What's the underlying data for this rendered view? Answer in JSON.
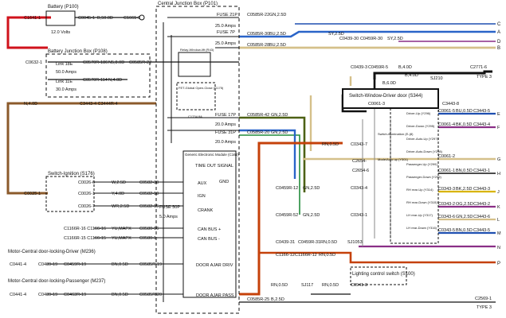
{
  "colors": {
    "red": "#d0121b",
    "blue": "#1f4fb0",
    "blue_light": "#2a64c8",
    "tan": "#d5c08a",
    "olive": "#4d6115",
    "green": "#228b3c",
    "purple": "#8a2f86",
    "orange_red": "#c5410a",
    "brown": "#8b5a2b",
    "black": "#111111",
    "gray": "#8a8a8a",
    "yellow": "#d9b400"
  },
  "battery": {
    "title": "Battery (P100)",
    "c1641_label": "C1641-1",
    "c1661_label": "C1661-1",
    "c0045_label": "C0045-1",
    "b50_label": "B,50.0D",
    "volts_label": "12.0 Volts"
  },
  "bjb": {
    "title": "Battery Junction Box (P108)",
    "c0632_label": "C0632-1",
    "link18_label": "Link 18E",
    "link18_amps": "50.0 Amps",
    "link11_label": "Link 11E",
    "link11_amps": "30.0 Amps",
    "c0570r186_label": "C0570R-186",
    "n5_label": "N5,8.0D",
    "c0585r22_label": "C0585R-22",
    "c0570r114_label": "C0570R-114",
    "n4_short": "N,4.0D",
    "n4_left": "N,4.0D",
    "c3443_label": "C3443-4 C3444R-4"
  },
  "cjb": {
    "title": "Central Junction Box (P101)",
    "fuse21_label": "FUSE 21P",
    "fuse21_amps": "25.0 Amps",
    "fuse7_label": "FUSE 7P",
    "fuse7_amps": "25.0 Amps",
    "fuse17_label": "FUSE 17P",
    "fuse17_amps": "20.0 Amps",
    "fuse31_label": "FUSE 31P",
    "fuse31_amps": "20.0 Amps",
    "fuse50_label": "FUSE 50P",
    "fuse50_amps": "5.0 Amps",
    "relay_window_label": "Relay-Window-lift (R43)",
    "fet_label": "FET-Global Open-Close (G175)",
    "gem_label": "Generic Electronic Module (C162)",
    "timeout_label": "TIME OUT SIGNAL",
    "aux_label": "AUX",
    "ign_label": "IGN",
    "gnd_label": "GND",
    "crank_label": "CRANK",
    "canp_label": "CAN BUS +",
    "cann_label": "CAN BUS -",
    "door_drv_label": "DOOR AJAR DRIV",
    "door_pass_label": "DOOR AJAR PASS",
    "small_a": "C1734 8A",
    "small_b": "C1734 8A"
  },
  "left_connectors": {
    "c0585r22_row1": "C0585R-22",
    "c0585r30": "C0585R-30",
    "c0585r28": "C0585R-28",
    "gn25_a": "GN,2.5D",
    "bu25_a": "BU,2.5D",
    "bu25_b": "BU,2.5D",
    "c0585r42": "C0585R-42",
    "gn25_b": "GN,2.5D",
    "c0585r20": "C0585R-20",
    "gn25_c": "GN,2.5D"
  },
  "ignition": {
    "title": "Switch-Ignition (S176)",
    "c0025_main": "C0025-1",
    "c0026_6": "C0026-6",
    "c0026_1": "C0026-1",
    "c0026_7": "C0026-7",
    "w25_label": "W,2.5D",
    "y40_label": "Y,4.0D",
    "wr25_label": "WR,2.5D",
    "c0582_30": "C0582-30",
    "c0582_10": "C0582-10",
    "c0582_15": "C0582-15"
  },
  "can": {
    "c1166r_16": "C1166R-16 C1166-16",
    "c1166r_15": "C1166R-15 C1166-15",
    "yu_mapx": "YU,MAPX",
    "yu_mapx_2": "YU,MAPX",
    "c0580_16": "C0580-16",
    "c0580_1": "C0580-1"
  },
  "motor_drv": {
    "title": "Motor-Central door-locking-Driver (M236)",
    "c0441_4": "C0441-4",
    "c0439_19": "C0439-19",
    "c0459r_19": "C0459R-19",
    "bn05": "BN,0.5D",
    "c0585r_19": "C0585R-19"
  },
  "motor_pass": {
    "title": "Motor-Central door-locking-Passenger (M237)",
    "c0441_4": "C0441-4",
    "c0439_19": "C0439-19",
    "c0463r_19": "C0463R-19",
    "bn05": "BN,0.5D",
    "c0585r_20": "C0585R-20"
  },
  "middle": {
    "sy25": "SY,2.5D",
    "c0439_30": "C0439-30",
    "c0459r_30": "C0459R-30",
    "sy25b": "SY,2.5D",
    "c0439_3": "C0439-3",
    "c0459r_5": "C0459R-5",
    "b40": "B,4.0D",
    "b40b": "B,4.0D",
    "b60": "B,6.0D",
    "c0459r_12": "C0459R-12",
    "gn25": "GN,2.5D",
    "c0343_4": "C0343-4",
    "c0459r_52": "C0459R-52",
    "gn25b": "GN,2.5D",
    "c0343_1": "C0343-1",
    "rn05": "RN,0.5D",
    "c0343_7": "C0343-7",
    "c0439_31": "C0439-31",
    "c0459r_31": "C0459R-31",
    "rn05b": "RN,0.5D",
    "sj1053": "SJ1053",
    "c1166_12": "C1166-12",
    "c1166r_12": "C1166R-12",
    "rn05c": "RN,0.5D",
    "rn05d": "RN,0.5D",
    "sj117": "SJ117",
    "rn05e": "RN,0.5D",
    "c0941_8": "C0941-8",
    "c0585r_25": "C0585R-25",
    "b25": "B,2.5D",
    "c2654": "C2654-",
    "c2654_6": "C2654-6",
    "switch_illum": "Switch-illumination (E-(8)",
    "mode_label": "Mode/Auto up (Y301)"
  },
  "lighting": {
    "title": "Lighting control switch (S100)"
  },
  "window_switch": {
    "title": "Switch-Window-Driver door (S344)",
    "sj210": "SJ210",
    "c2771_6": "C2771-6",
    "c0061_3": "C0061-3",
    "c3443_8": "C3443-8",
    "type3": "TYPE 3",
    "type3b": "TYPE 3",
    "c2569_1": "C2569-1",
    "driver_up": "Driver-Up (Y296)",
    "driver_down": "Driver-Down (Y295)",
    "driver_auto_up": "Driver-Auto-Up (Y297)",
    "driver_auto_down": "Driver-Auto-Down (Y298)",
    "passenger_up": "Passenger-Up (Y299)",
    "passenger_down": "Passenger-Down (Y299)",
    "rh_rear_up": "RH rear-Up (Y314)",
    "rh_rear_down": "RH rear-Down (Y315)",
    "lh_rear_up": "LH rear-Up (Y317)",
    "lh_rear_down": "LH rear-Down (Y316)"
  },
  "right_rows": [
    {
      "left": "C0061-5",
      "wire": "BU,0.5D",
      "right": "C3443-5",
      "letter": "E"
    },
    {
      "left": "C0061-4",
      "wire": "BK,0.5D",
      "right": "C3443-4",
      "letter": "F"
    },
    {
      "left": "C0061-2",
      "wire": "",
      "right": "",
      "letter": "G"
    },
    {
      "left": "C0061-1",
      "wire": "BN,0.5D",
      "right": "C3443-1",
      "letter": "H"
    },
    {
      "left": "C0343-3",
      "wire": "BK,2.5D",
      "right": "C3443-3",
      "letter": "J"
    },
    {
      "left": "C0343-2",
      "wire": "OG,2.5D",
      "right": "C3443-2",
      "letter": "K"
    },
    {
      "left": "C0343-6",
      "wire": "GN,2.5D",
      "right": "C3443-6",
      "letter": "L"
    },
    {
      "left": "C0343-5",
      "wire": "BN,0.5D",
      "right": "C3443-5",
      "letter": "M"
    },
    {
      "left": "",
      "wire": "",
      "right": "",
      "letter": "N"
    }
  ],
  "top_letters": [
    "C",
    "A",
    "B",
    "D"
  ],
  "other_letters": {
    "p": "P"
  }
}
